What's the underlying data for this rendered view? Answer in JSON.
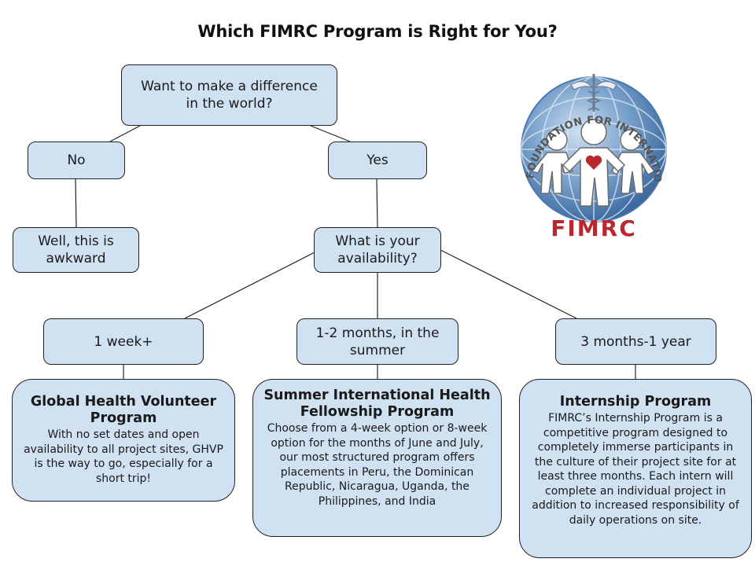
{
  "title": "Which FIMRC Program is Right for You?",
  "nodes": {
    "question": "Want to make a difference in the world?",
    "no": "No",
    "yes": "Yes",
    "awkward": "Well, this is awkward",
    "availability": "What is your availability?",
    "week": "1 week+",
    "summer": "1-2 months, in the summer",
    "year": "3 months-1 year"
  },
  "programs": {
    "ghvp": {
      "title": "Global Health Volunteer Program",
      "desc": "With no set dates and open availability to all project sites, GHVP is the way to go, especially for a short trip!"
    },
    "sihf": {
      "title": "Summer International Health Fellowship Program",
      "desc": "Choose from a 4-week option or 8-week option for the months of June and July, our most structured program offers placements in Peru, the Dominican Republic, Nicaragua, Uganda, the Philippines, and India"
    },
    "internship": {
      "title": "Internship Program",
      "desc": "FIMRC’s Internship Program is a competitive program designed to completely immerse participants in the culture of their project site for at least three months. Each intern will complete an individual project in addition to increased responsibility of daily operations on site."
    }
  },
  "logo": {
    "ring_text": "FOUNDATION FOR INTERNATIONAL MEDICAL RELIEF OF CHILDREN",
    "wordmark": "FIMRC",
    "icons": [
      "globe-icon",
      "caduceus-icon",
      "children-figures-icon",
      "heart-icon"
    ]
  },
  "colors": {
    "box_fill": "#d0e1f2",
    "box_border": "#222222",
    "globe": "#4a78b0",
    "logo_red": "#b8282e"
  }
}
